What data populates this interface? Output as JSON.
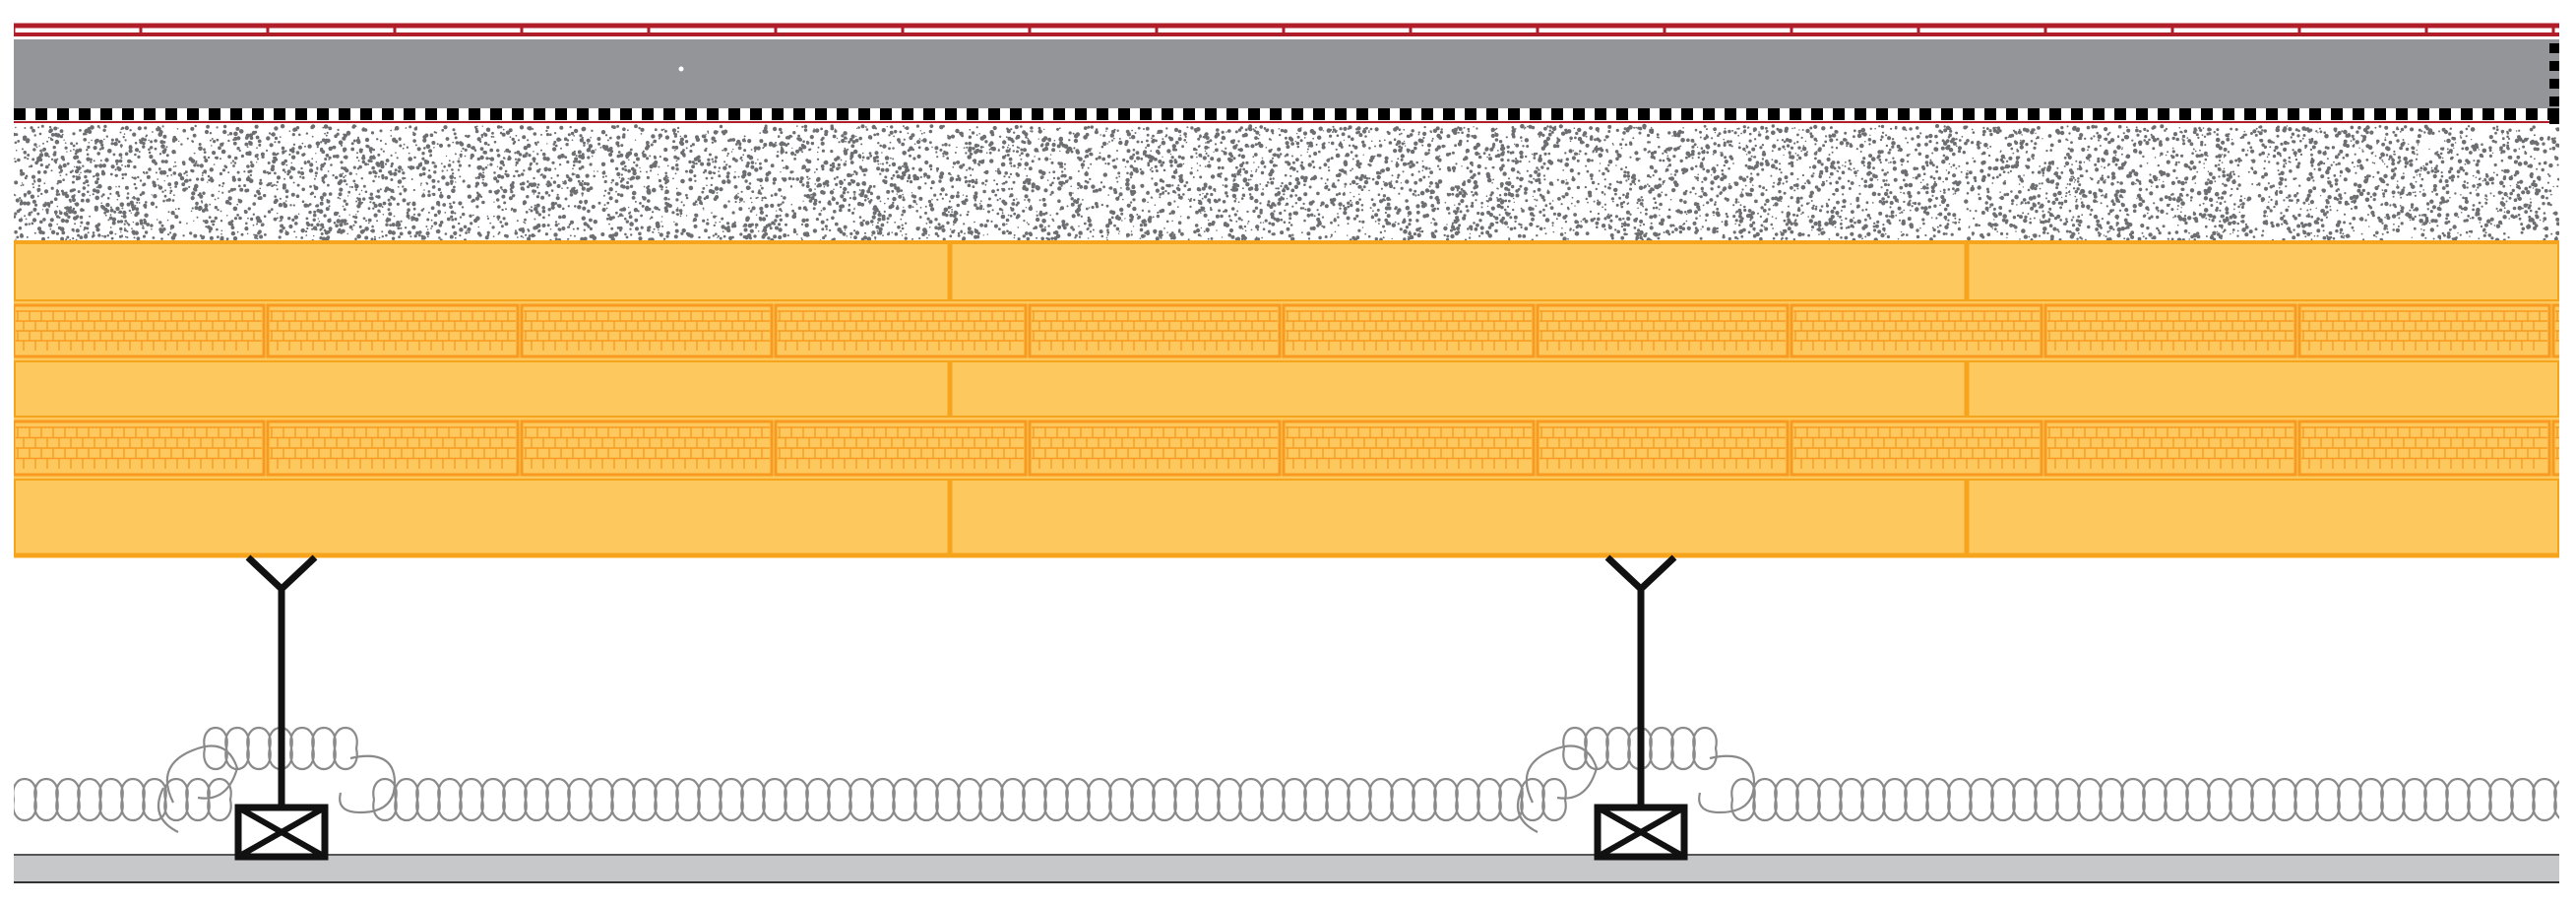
{
  "diagram": {
    "description_free": true,
    "colors": {
      "membrane_red": "#b01e2a",
      "screed_gray": "#939598",
      "aggregate_dot": "#6d6e71",
      "timber_light": "#fdc85e",
      "timber_edge": "#f7a41d",
      "clt_core": "#fbb23f",
      "clt_strand": "#f79a1f",
      "hanger_black": "#111111",
      "insulation_stroke": "#8a8a8a",
      "ceiling_gray": "#c7c8ca"
    },
    "layers": [
      {
        "name": "membrane",
        "pattern": "red-dashed"
      },
      {
        "name": "screed",
        "pattern": "solid-gray"
      },
      {
        "name": "separation-layer",
        "pattern": "black-white-dash"
      },
      {
        "name": "gravel-fill",
        "pattern": "speckle"
      },
      {
        "name": "clt-panel",
        "pattern": "lamella-5-ply"
      },
      {
        "name": "insulation",
        "pattern": "batting-loops"
      },
      {
        "name": "ceiling-board",
        "pattern": "solid-light-gray"
      }
    ],
    "hanger_count": 2
  }
}
